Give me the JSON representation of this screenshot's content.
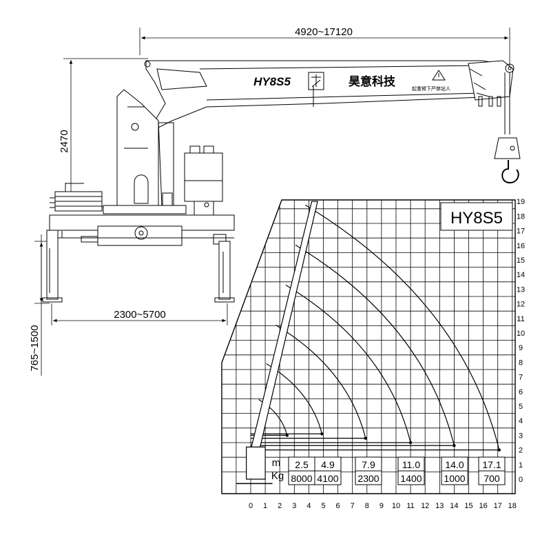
{
  "dimensions": {
    "reach": "4920~17120",
    "height": "2470",
    "outrigger_span": "2300~5700",
    "leg_stroke": "765~1500"
  },
  "crane": {
    "model": "HY8S5",
    "brand": "昊意科技",
    "warning": "起重臂下严禁站人"
  },
  "load_chart": {
    "title": "HY8S5",
    "x_ticks": [
      "0",
      "1",
      "2",
      "3",
      "4",
      "5",
      "6",
      "7",
      "8",
      "9",
      "10",
      "11",
      "12",
      "13",
      "14",
      "15",
      "16",
      "17",
      "18"
    ],
    "y_ticks": [
      "0",
      "1",
      "2",
      "3",
      "4",
      "5",
      "6",
      "7",
      "8",
      "9",
      "10",
      "11",
      "12",
      "13",
      "14",
      "15",
      "16",
      "17",
      "18",
      "19"
    ],
    "row_label_m": "m",
    "row_label_kg": "Kg",
    "points": [
      {
        "radius": 2.5,
        "m": "2.5",
        "kg": "8000"
      },
      {
        "radius": 4.9,
        "m": "4.9",
        "kg": "4100"
      },
      {
        "radius": 7.9,
        "m": "7.9",
        "kg": "2300"
      },
      {
        "radius": 11.0,
        "m": "11.0",
        "kg": "1400"
      },
      {
        "radius": 14.0,
        "m": "14.0",
        "kg": "1000"
      },
      {
        "radius": 17.1,
        "m": "17.1",
        "kg": "700"
      }
    ]
  }
}
